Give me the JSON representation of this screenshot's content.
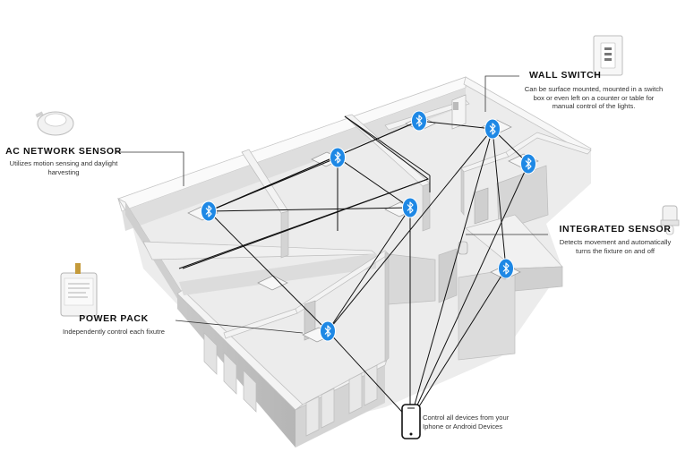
{
  "callouts": {
    "wall_switch": {
      "title": "WALL SWITCH",
      "desc": "Can be surface mounted, mounted in a switch box or even left on a counter or table for manual control of the lights."
    },
    "ac_network_sensor": {
      "title": "AC NETWORK SENSOR",
      "desc": "Utilizes motion sensing and daylight harvesting"
    },
    "integrated_sensor": {
      "title": "INTEGRATED SENSOR",
      "desc": "Detects movement and automatically turns the fixture on and off"
    },
    "power_pack": {
      "title": "POWER PACK",
      "desc": "Independently control each fixutre"
    },
    "phone": {
      "desc": "Control all devices from your Iphone or Android Devices"
    }
  },
  "icons": {
    "bluetooth": "bluetooth-icon",
    "phone": "smartphone-icon",
    "wall_switch": "wall-switch-icon",
    "ac_sensor": "ac-network-sensor-icon",
    "integrated_sensor": "integrated-sensor-icon",
    "power_pack": "power-pack-icon"
  },
  "colors": {
    "bluetooth": "#1e88e5",
    "link_line": "#111111",
    "wall": "#d9d9d9",
    "floor": "#ebebeb"
  }
}
